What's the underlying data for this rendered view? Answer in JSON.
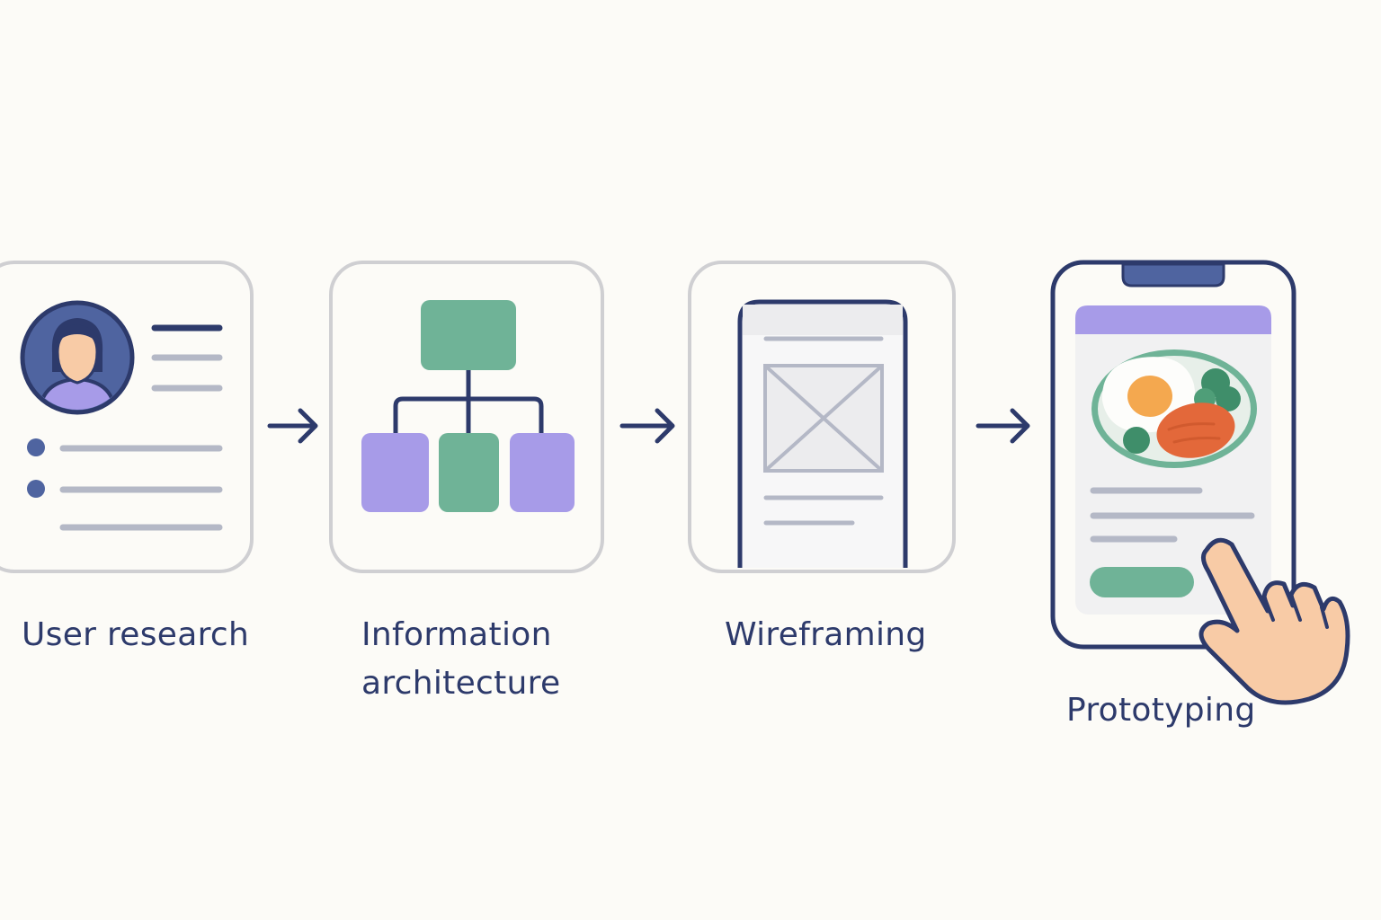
{
  "colors": {
    "background": "#fcfbf7",
    "navy": "#2d3a6b",
    "avatar_blue": "#4f64a0",
    "gray_line": "#b4b8c6",
    "card_border": "#cfcfd2",
    "green": "#6fb397",
    "purple": "#a79be8",
    "skin": "#f8cba6",
    "egg_yolk": "#f4a84f",
    "salmon": "#e3683a",
    "plate": "#6fb397",
    "dark_green": "#3f8e6a",
    "screen_fill": "#f1f1f2",
    "label_text": "#2d3a6b"
  },
  "steps": [
    {
      "id": "user-research",
      "label_lines": [
        "User research"
      ],
      "icon": "user-profile-icon"
    },
    {
      "id": "information-architecture",
      "label_lines": [
        "Information",
        "architecture"
      ],
      "icon": "sitemap-icon"
    },
    {
      "id": "wireframing",
      "label_lines": [
        "Wireframing"
      ],
      "icon": "wireframe-phone-icon"
    },
    {
      "id": "prototyping",
      "label_lines": [
        "Prototyping"
      ],
      "icon": "prototype-phone-icon"
    }
  ],
  "connectors": [
    {
      "from": "user-research",
      "to": "information-architecture",
      "icon": "arrow-right-icon"
    },
    {
      "from": "information-architecture",
      "to": "wireframing",
      "icon": "arrow-right-icon"
    },
    {
      "from": "wireframing",
      "to": "prototyping",
      "icon": "arrow-right-icon"
    }
  ],
  "decorations": {
    "prototype_hand_icon": "pointing-hand-icon"
  }
}
